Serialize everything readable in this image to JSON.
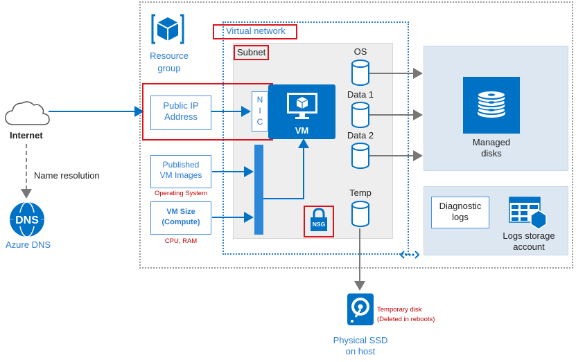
{
  "resource_group": {
    "label_line1": "Resource",
    "label_line2": "group"
  },
  "virtual_network": {
    "label": "Virtual network"
  },
  "subnet": {
    "label": "Subnet"
  },
  "internet": {
    "label": "Internet"
  },
  "name_resolution": {
    "label": "Name resolution"
  },
  "azure_dns": {
    "label": "Azure DNS",
    "icon_text": "DNS"
  },
  "public_ip": {
    "line1": "Public IP",
    "line2": "Address"
  },
  "nic": {
    "letters": [
      "N",
      "I",
      "C"
    ]
  },
  "vm": {
    "label": "VM"
  },
  "published_images": {
    "line1": "Published",
    "line2": "VM Images",
    "caption": "Operating System"
  },
  "vm_size": {
    "line1": "VM Size",
    "line2": "(Compute)",
    "caption": "CPU, RAM"
  },
  "nsg": {
    "label": "NSG"
  },
  "disks": {
    "os": "OS",
    "data1": "Data 1",
    "data2": "Data 2",
    "temp": "Temp"
  },
  "managed_disks": {
    "line1": "Managed",
    "line2": "disks"
  },
  "diagnostic_logs": {
    "line1": "Diagnostic",
    "line2": "logs"
  },
  "logs_storage": {
    "line1": "Logs storage",
    "line2": "account"
  },
  "physical_ssd": {
    "line1": "Physical SSD",
    "line2": "on host"
  },
  "temporary_disk": {
    "line1": "Temporary disk",
    "line2": "(Deleted in reboots)"
  },
  "colors": {
    "azure_blue": "#0072c6",
    "red": "#d9121b",
    "light_panel": "#dde7f2",
    "gray_panel": "#eeeeee"
  }
}
